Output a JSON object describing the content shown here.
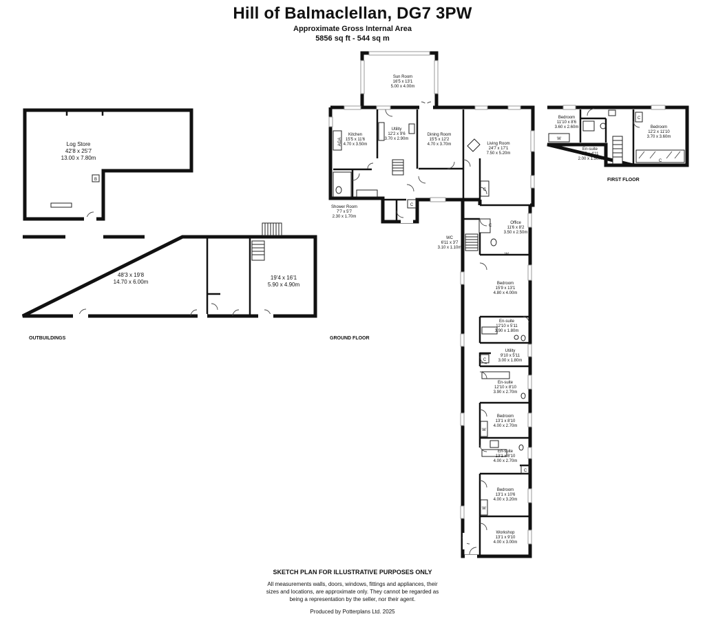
{
  "header": {
    "title": "Hill of Balmaclellan, DG7 3PW",
    "subtitle": "Approximate Gross Internal Area",
    "area": "5856 sq ft - 544 sq m"
  },
  "sections": {
    "outbuildings": "OUTBUILDINGS",
    "ground": "GROUND FLOOR",
    "first": "FIRST FLOOR"
  },
  "rooms": {
    "log_store": {
      "name": "Log Store",
      "imperial": "42'8 x 25'7",
      "metric": "13.00 x 7.80m"
    },
    "barn_main": {
      "name": "",
      "imperial": "48'3 x 19'8",
      "metric": "14.70 x 6.00m"
    },
    "barn_side": {
      "name": "",
      "imperial": "19'4 x 16'1",
      "metric": "5.90 x 4.90m"
    },
    "sun_room": {
      "name": "Sun Room",
      "imperial": "16'5 x 13'1",
      "metric": "5.00 x 4.00m"
    },
    "kitchen": {
      "name": "Kitchen",
      "imperial": "15'5 x 11'6",
      "metric": "4.70 x 3.50m"
    },
    "utility1": {
      "name": "Utility",
      "imperial": "12'2 x 9'6",
      "metric": "3.70 x 2.90m"
    },
    "dining": {
      "name": "Dining Room",
      "imperial": "15'5 x 12'2",
      "metric": "4.70 x 3.70m"
    },
    "living": {
      "name": "Living Room",
      "imperial": "24'7 x 17'1",
      "metric": "7.50 x 5.20m"
    },
    "shower": {
      "name": "Shower Room",
      "imperial": "7'7 x 5'7",
      "metric": "2.30 x 1.70m"
    },
    "office": {
      "name": "Office",
      "imperial": "11'6 x 8'2",
      "metric": "3.50 x 2.50m"
    },
    "wc": {
      "name": "WC",
      "imperial": "6'11 x 3'7",
      "metric": "3.10 x 1.10m"
    },
    "bedroom1": {
      "name": "Bedroom",
      "imperial": "15'9 x 13'1",
      "metric": "4.80 x 4.00m"
    },
    "ensuite1": {
      "name": "En-suite",
      "imperial": "12'10 x 5'11",
      "metric": "3.90 x 1.80m"
    },
    "utility2": {
      "name": "Utility",
      "imperial": "9'10 x 5'11",
      "metric": "3.00 x 1.80m"
    },
    "ensuite2": {
      "name": "En-suite",
      "imperial": "12'10 x 8'10",
      "metric": "3.90 x 2.70m"
    },
    "bedroom2": {
      "name": "Bedroom",
      "imperial": "13'1 x 8'10",
      "metric": "4.00 x 2.70m"
    },
    "ensuite3": {
      "name": "En-suite",
      "imperial": "13'1 x 8'10",
      "metric": "4.00 x 2.70m"
    },
    "bedroom3": {
      "name": "Bedroom",
      "imperial": "13'1 x 10'6",
      "metric": "4.00 x 3.20m"
    },
    "workshop": {
      "name": "Workshop",
      "imperial": "13'1 x 9'10",
      "metric": "4.00 x 3.00m"
    },
    "ff_bedroom1": {
      "name": "Bedroom",
      "imperial": "11'10 x 8'6",
      "metric": "3.60 x 2.60m"
    },
    "ff_bedroom2": {
      "name": "Bedroom",
      "imperial": "12'2 x 11'10",
      "metric": "3.70 x 3.60m"
    },
    "ff_ensuite": {
      "name": "En-suite",
      "imperial": "6'7 x 4'11",
      "metric": "2.00 x 1.50m"
    }
  },
  "marks": {
    "aga": "AGA",
    "boiler": "B",
    "cupboard": "C",
    "wardrobe": "W"
  },
  "disclaimer": {
    "title": "SKETCH PLAN FOR ILLUSTRATIVE PURPOSES ONLY",
    "lines": [
      "All measurements walls, doors, windows, fittings and appliances, their",
      "sizes and locations, are approximate only. They cannot be regarded as",
      "being a representation by the seller, nor their agent."
    ],
    "produced_by": "Produced by Potterplans Ltd. 2025"
  }
}
